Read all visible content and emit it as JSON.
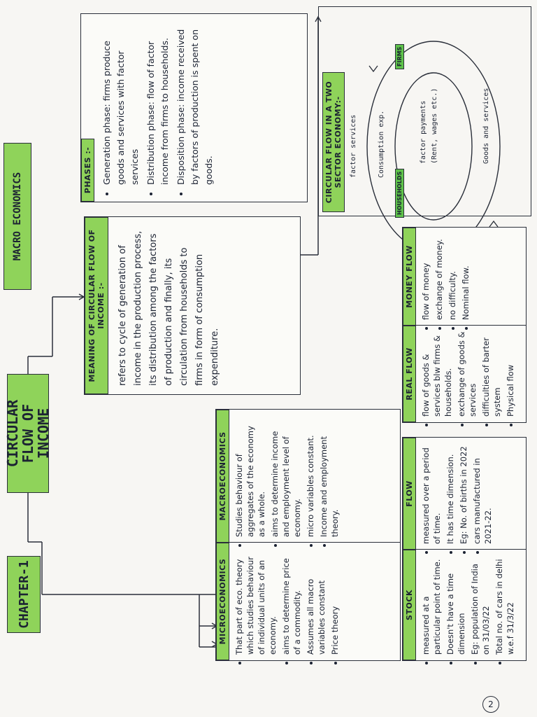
{
  "page_number": "2",
  "chapter": "CHAPTER-1",
  "subject": "MACRO ECONOMICS",
  "central_topic": "CIRCULAR FLOW OF INCOME",
  "micro_macro": {
    "micro": {
      "heading": "MICROECONOMICS",
      "points": [
        "That part of eco. theory which studies behaviour of individual units of an economy.",
        "aims to determine price of a commodity.",
        "Assumes all macro variables constant",
        "Price theory"
      ]
    },
    "macro": {
      "heading": "MACROECONOMICS",
      "points": [
        "Studies behaviour of aggregates of the economy as a whole.",
        "aims to determine income and employment level of economy.",
        "micro variables constant.",
        "Income and employment theory."
      ]
    }
  },
  "stock_flow": {
    "stock": {
      "heading": "STOCK",
      "points": [
        "measured at a particular point of time.",
        "Doesn't have a time dimension",
        "Eg: population of India on 31/03/22",
        "Total no. of cars in delhi w.e.f 31/3/22"
      ]
    },
    "flow": {
      "heading": "FLOW",
      "points": [
        "measured over a period of time.",
        "It has time dimension.",
        "Eg: No. of births in 2022",
        "cars manufactured in 2021-22."
      ]
    }
  },
  "real_money": {
    "real": {
      "heading": "REAL FLOW",
      "points": [
        "flow of goods & services blw firms & households.",
        "exchange of goods & services",
        "difficulties of barter system",
        "Physical flow"
      ]
    },
    "money": {
      "heading": "MONEY FLOW",
      "points": [
        "flow of money",
        "exchange of money.",
        "no difficulty.",
        "Nominal flow."
      ]
    }
  },
  "meaning": {
    "heading": "MEANING OF CIRCULAR FLOW OF INCOME :-",
    "text": "refers to cycle of generation of income in the production process, its distribution among the factors of production and finally, its circulation from households to firms in form of consumption expenditure."
  },
  "phases": {
    "heading": "PHASES :-",
    "points": [
      "Generation phase: firms produce goods and services with factor services",
      "Distribution phase: flow of factor income from firms to households.",
      "Disposition phase: income received by factors of production is spent on goods."
    ]
  },
  "two_sector": {
    "heading": "CIRCULAR FLOW IN A TWO SECTOR ECONOMY:-",
    "nodes": {
      "households": "HOUSEHOLDS",
      "firms": "FIRMS"
    },
    "labels": {
      "factor_services": "factor services",
      "consumption_exp": "Consumption exp.",
      "factor_payments": "factor payments",
      "factor_payments_detail": "(Rent, wages etc.)",
      "goods_services": "Goods and services"
    }
  },
  "colors": {
    "highlight": "#8fd35a",
    "ink": "#1c2333"
  }
}
